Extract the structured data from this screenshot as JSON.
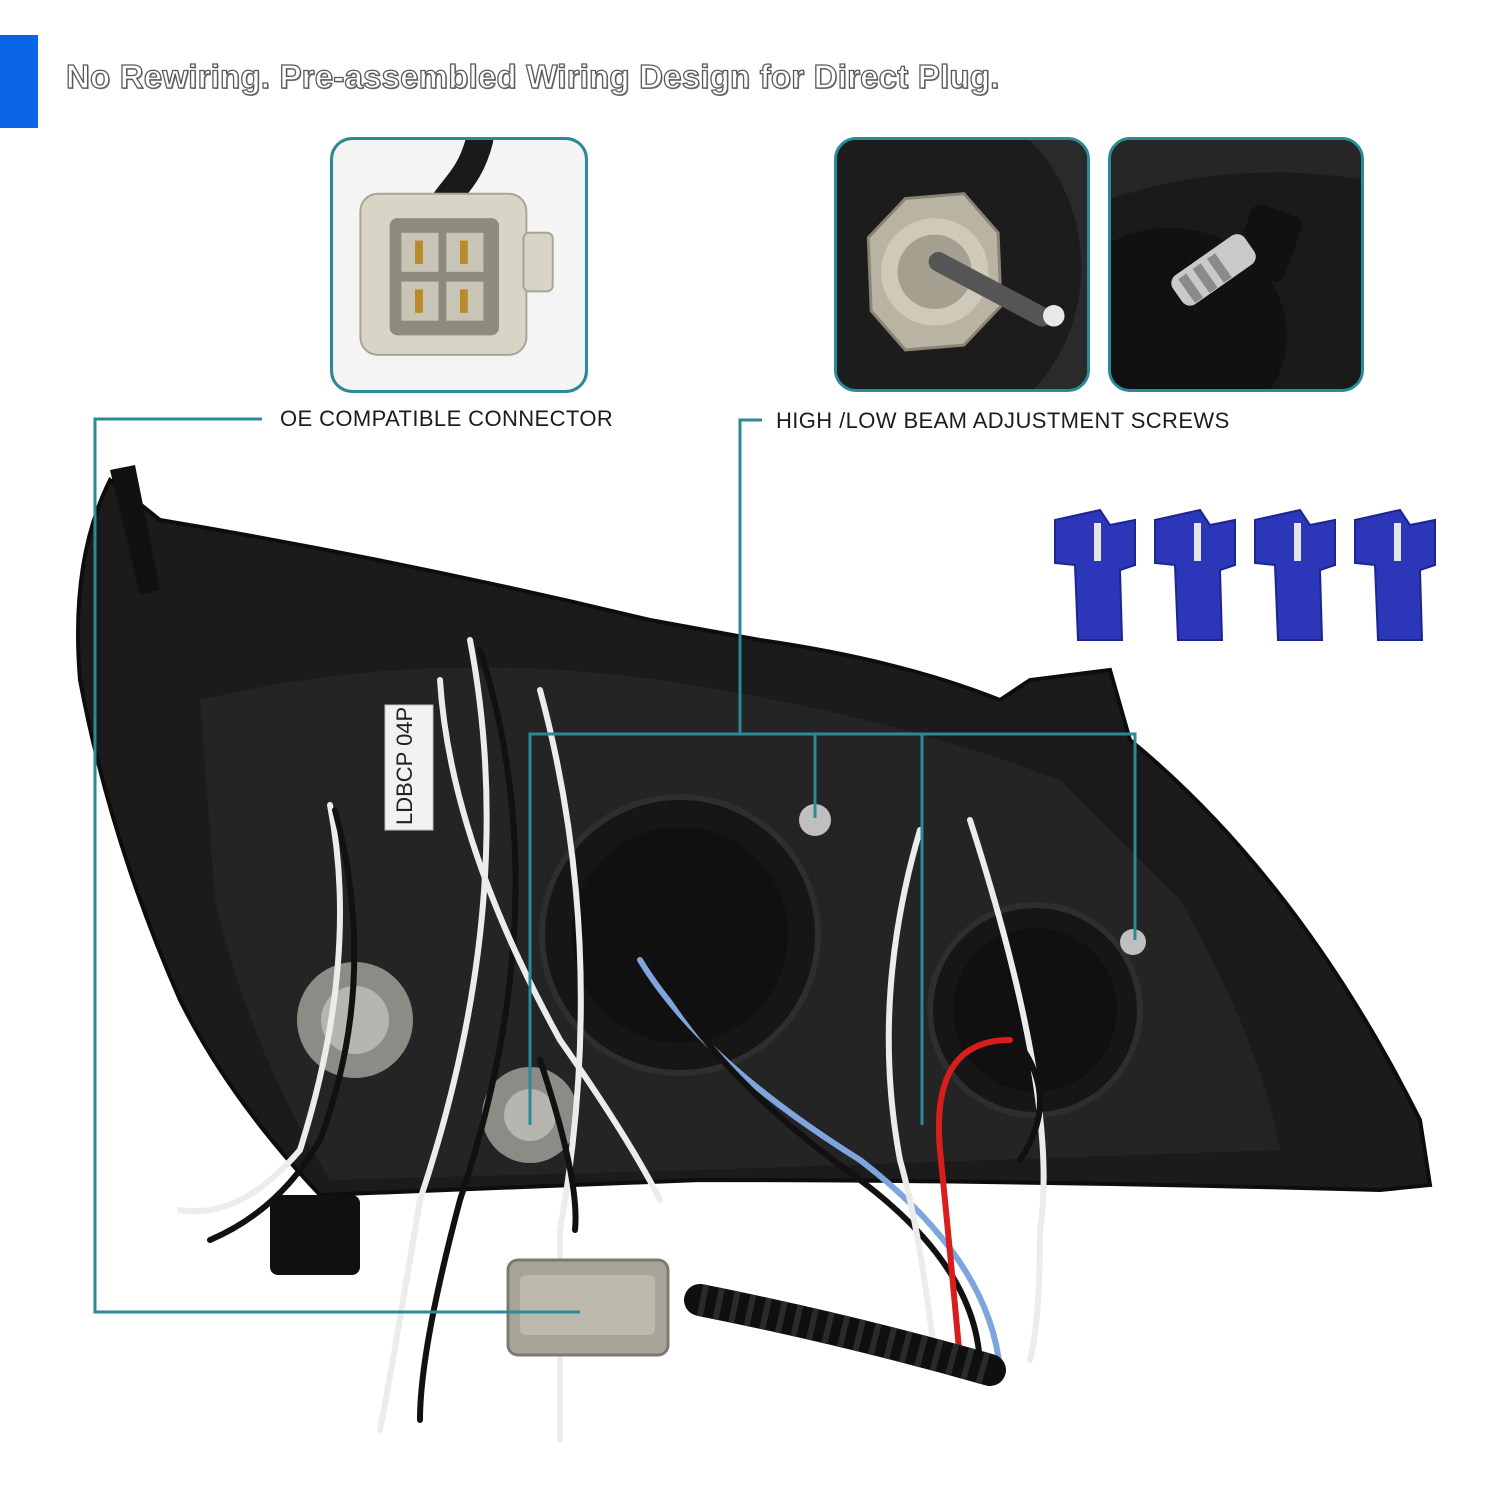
{
  "headline": "No Rewiring. Pre-assembled Wiring Design for Direct Plug.",
  "callouts": {
    "connector": "OE COMPATIBLE CONNECTOR",
    "adjustment": "HIGH /LOW BEAM ADJUSTMENT SCREWS"
  },
  "product_markings": {
    "tag_text": "LDBCP 04P"
  },
  "colors": {
    "accent": "#0a64e6",
    "leader_lines": "#2a8a96",
    "housing": "#1a1a1a",
    "tap_connectors": "#2b36b8"
  },
  "icons": {
    "connector_inset": "connector-plug-icon",
    "adjuster_inset_1": "beam-adjuster-gear-icon",
    "adjuster_inset_2": "beam-adjuster-screw-icon",
    "tap_connector": "wire-tap-connector-icon"
  }
}
